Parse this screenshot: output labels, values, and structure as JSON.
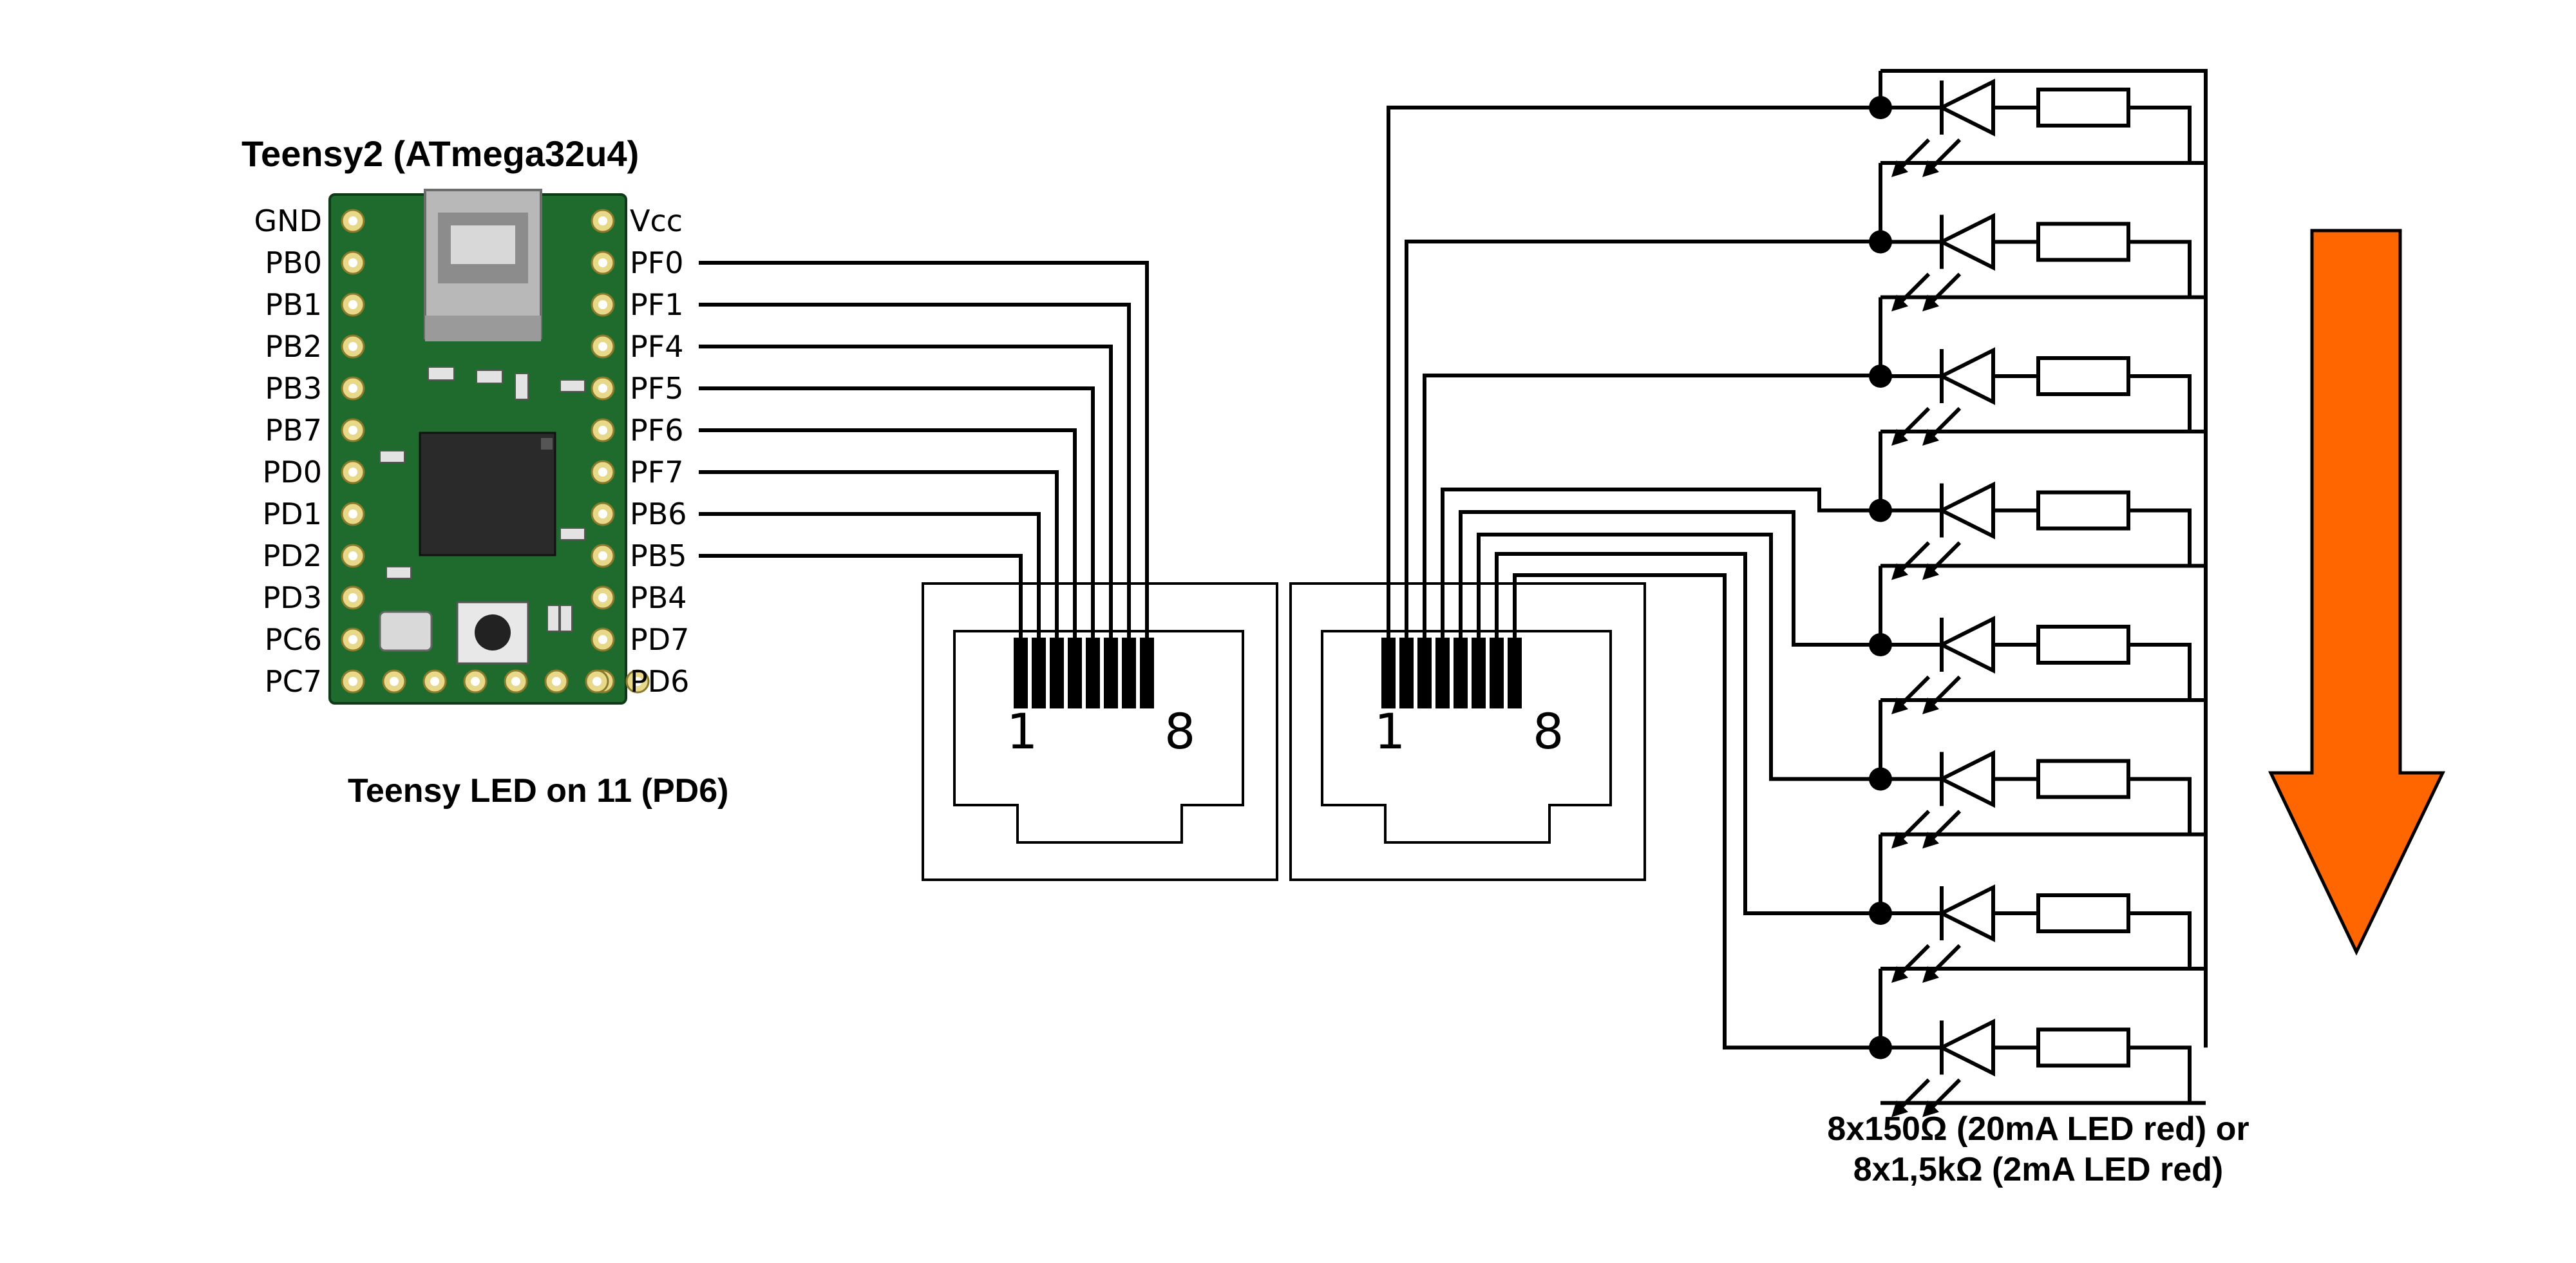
{
  "board": {
    "title": "Teensy2 (ATmega32u4)",
    "left_pins": [
      "GND",
      "PB0",
      "PB1",
      "PB2",
      "PB3",
      "PB7",
      "PD0",
      "PD1",
      "PD2",
      "PD3",
      "PC6",
      "PC7"
    ],
    "right_pins": [
      "Vcc",
      "PF0",
      "PF1",
      "PF4",
      "PF5",
      "PF6",
      "PF7",
      "PB6",
      "PB5",
      "PB4",
      "PD7",
      "PD6"
    ],
    "led_note": "Teensy LED on 11 (PD6)",
    "pcb_color": "#1f6b2e"
  },
  "connectors": [
    {
      "pin_first": "1",
      "pin_last": "8"
    },
    {
      "pin_first": "1",
      "pin_last": "8"
    }
  ],
  "led_array": {
    "count": 8,
    "note_line1": "8x150Ω (20mA LED red) or",
    "note_line2": "8x1,5kΩ (2mA LED red)"
  },
  "arrow": {
    "color": "#ff6600",
    "direction": "down"
  }
}
